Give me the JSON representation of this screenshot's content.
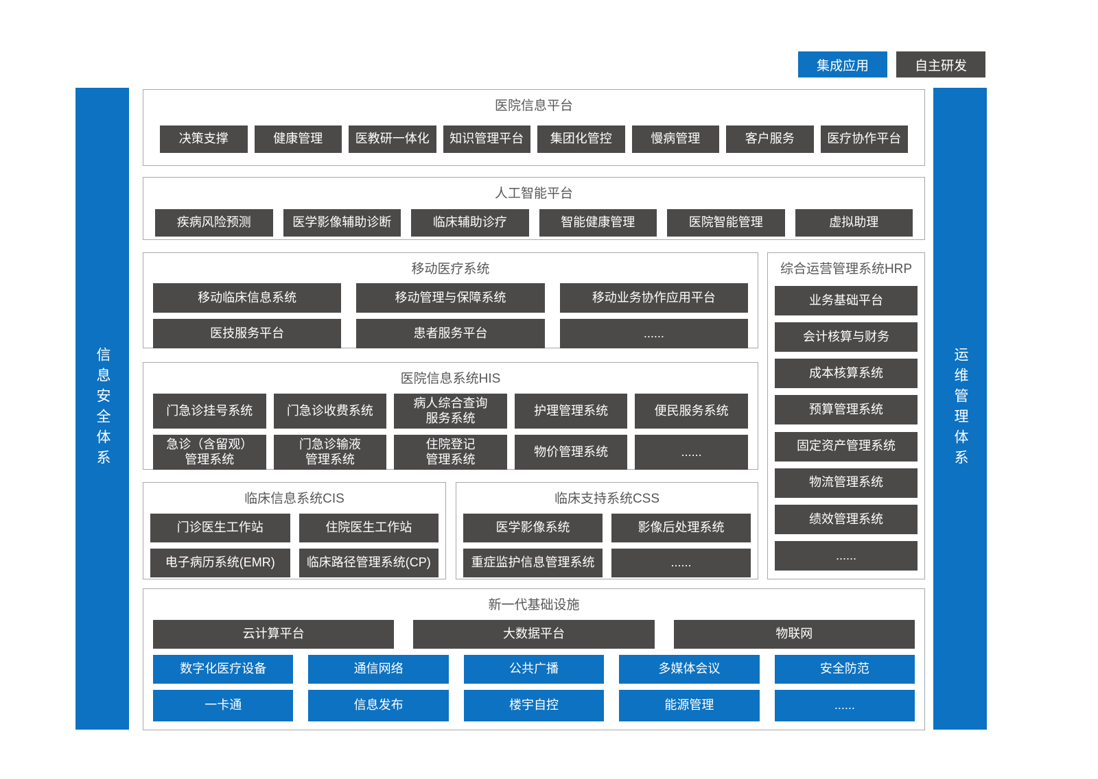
{
  "colors": {
    "accent_blue": "#0D72C1",
    "module_dark": "#4C4949",
    "section_border": "#A8A8A8",
    "title_gray": "#595757"
  },
  "legend": {
    "integrated": "集成应用",
    "self_developed": "自主研发"
  },
  "side_bars": {
    "left": "信息安全体系",
    "right": "运维管理体系"
  },
  "sections": {
    "hip": {
      "title": "医院信息平台",
      "items": [
        "决策支撑",
        "健康管理",
        "医教研一体化",
        "知识管理平台",
        "集团化管控",
        "慢病管理",
        "客户服务",
        "医疗协作平台"
      ]
    },
    "ai": {
      "title": "人工智能平台",
      "items": [
        "疾病风险预测",
        "医学影像辅助诊断",
        "临床辅助诊疗",
        "智能健康管理",
        "医院智能管理",
        "虚拟助理"
      ]
    },
    "mobile": {
      "title": "移动医疗系统",
      "rows": [
        [
          "移动临床信息系统",
          "移动管理与保障系统",
          "移动业务协作应用平台"
        ],
        [
          "医技服务平台",
          "患者服务平台",
          "......"
        ]
      ]
    },
    "hrp": {
      "title": "综合运营管理系统HRP",
      "items": [
        "业务基础平台",
        "会计核算与财务",
        "成本核算系统",
        "预算管理系统",
        "固定资产管理系统",
        "物流管理系统",
        "绩效管理系统",
        "......"
      ]
    },
    "his": {
      "title": "医院信息系统HIS",
      "rows": [
        [
          "门急诊挂号系统",
          "门急诊收费系统",
          "病人综合查询\n服务系统",
          "护理管理系统",
          "便民服务系统"
        ],
        [
          "急诊（含留观）\n管理系统",
          "门急诊输液\n管理系统",
          "住院登记\n管理系统",
          "物价管理系统",
          "......"
        ]
      ]
    },
    "cis": {
      "title": "临床信息系统CIS",
      "rows": [
        [
          "门诊医生工作站",
          "住院医生工作站"
        ],
        [
          "电子病历系统(EMR)",
          "临床路径管理系统(CP)"
        ]
      ]
    },
    "css": {
      "title": "临床支持系统CSS",
      "rows": [
        [
          "医学影像系统",
          "影像后处理系统"
        ],
        [
          "重症监护信息管理系统",
          "......"
        ]
      ]
    },
    "infra": {
      "title": "新一代基础设施",
      "dark_row": [
        "云计算平台",
        "大数据平台",
        "物联网"
      ],
      "blue_rows": [
        [
          "数字化医疗设备",
          "通信网络",
          "公共广播",
          "多媒体会议",
          "安全防范"
        ],
        [
          "一卡通",
          "信息发布",
          "楼宇自控",
          "能源管理",
          "......"
        ]
      ]
    }
  }
}
